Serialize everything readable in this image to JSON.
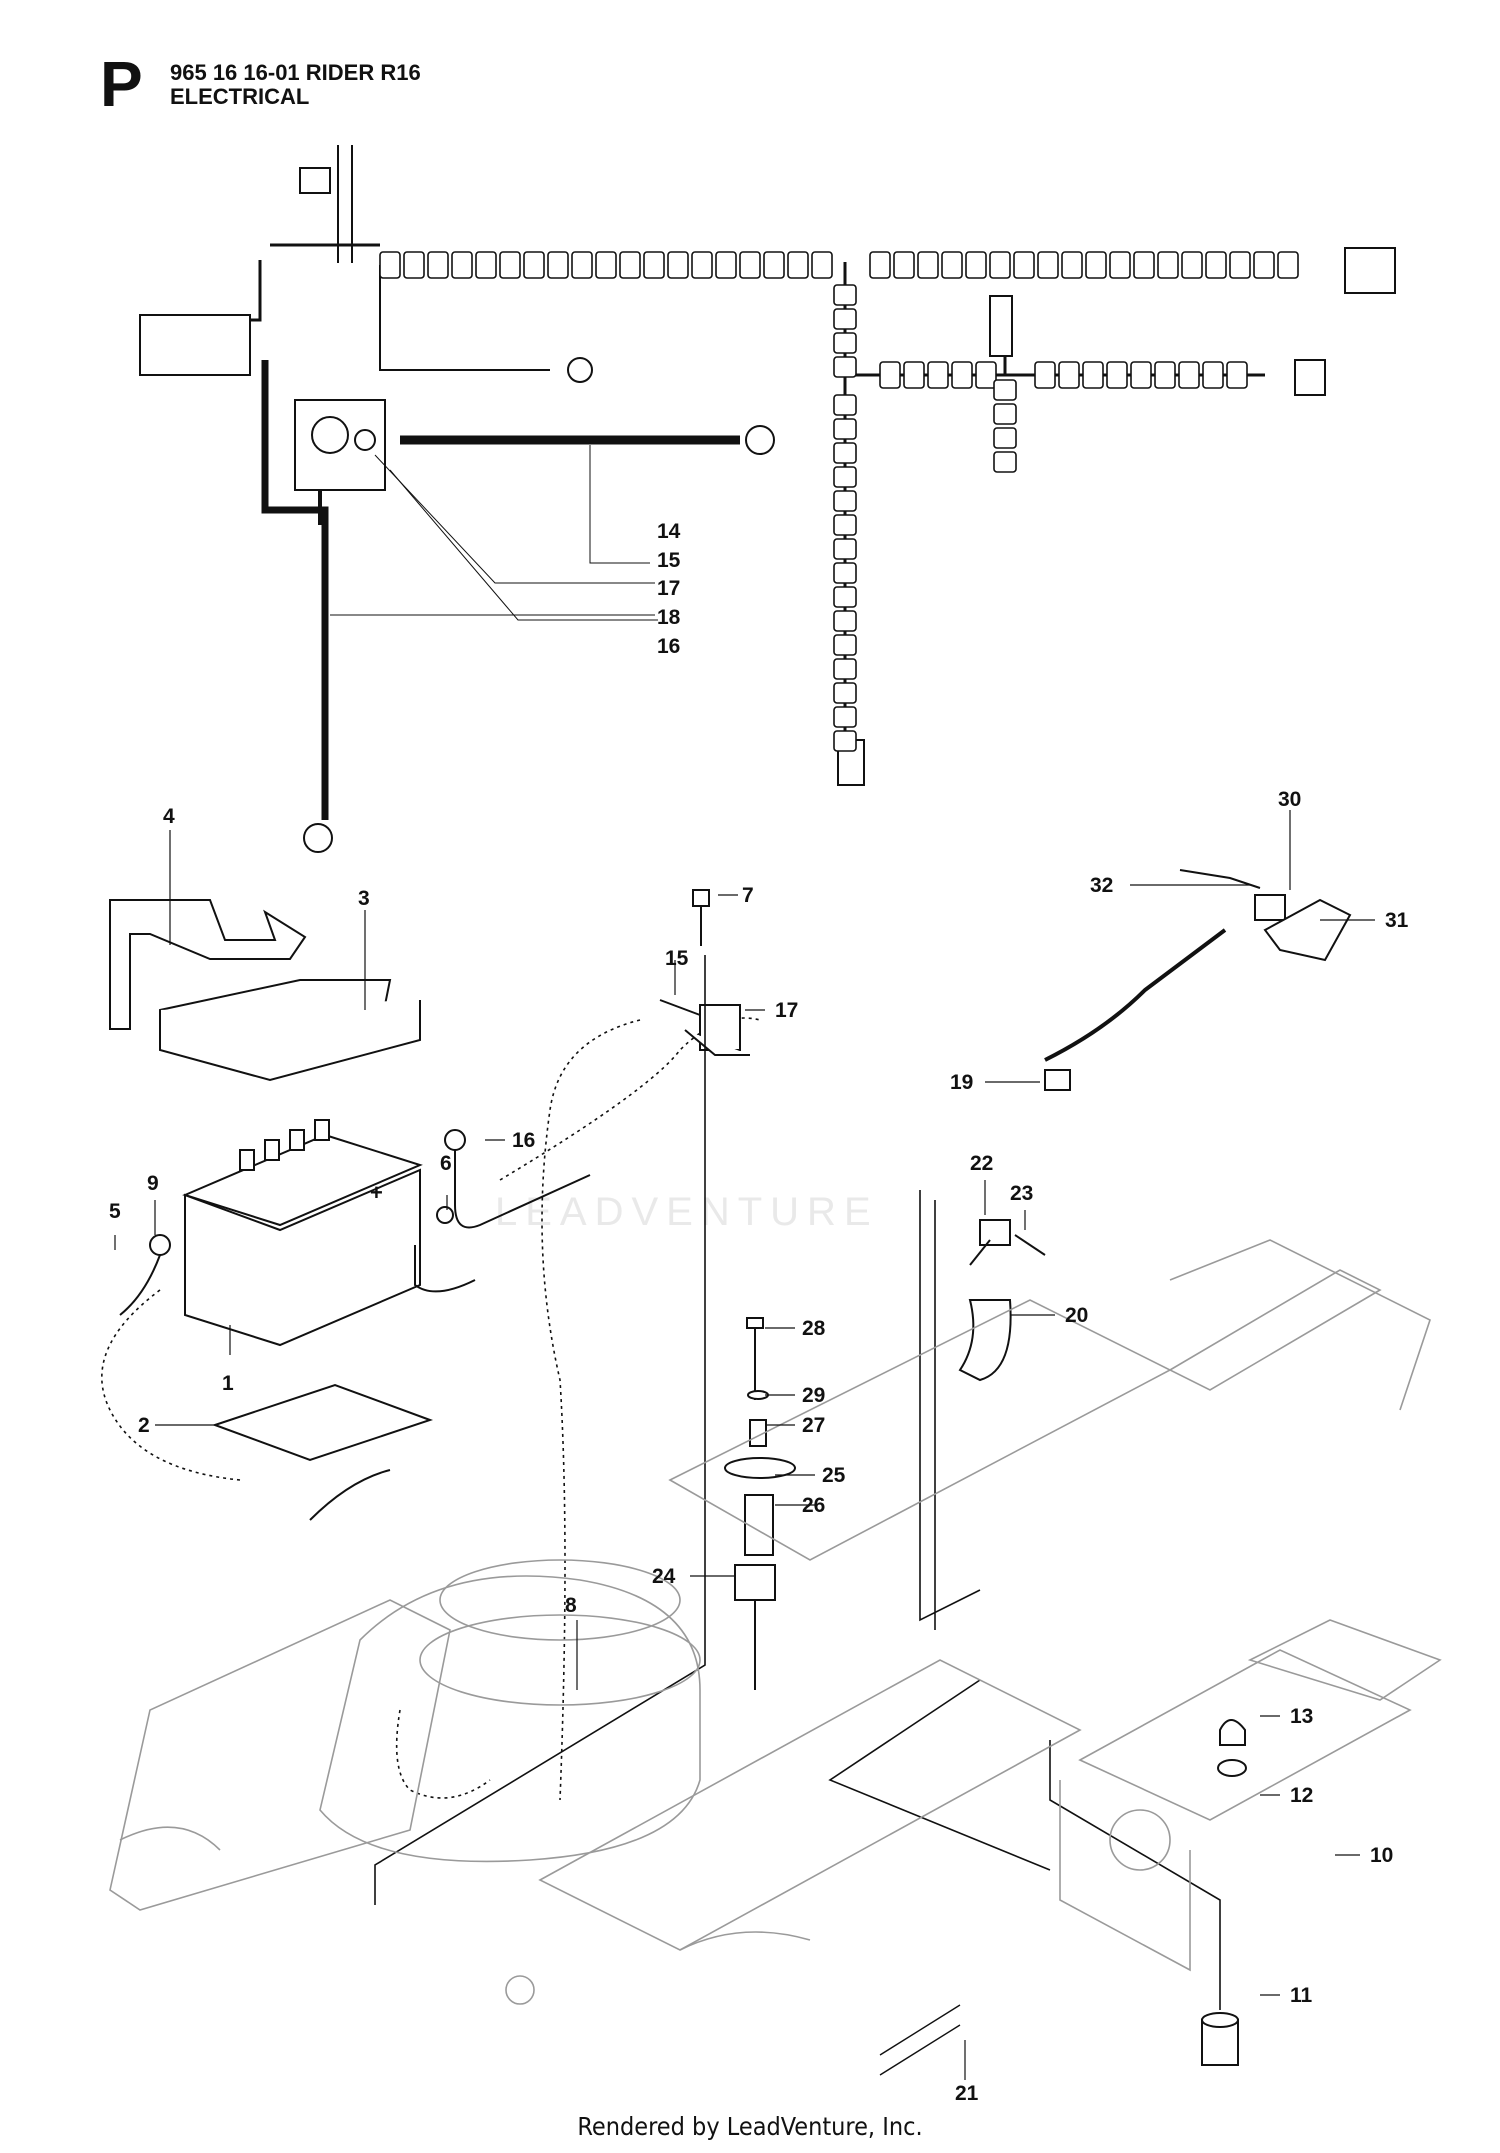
{
  "header": {
    "section_letter": "P",
    "model_line": "965 16 16-01 RIDER R16",
    "section_name": "ELECTRICAL"
  },
  "watermark": "LEADVENTURE",
  "footer": "Rendered by LeadVenture, Inc.",
  "callouts": [
    "14",
    "15",
    "17",
    "18",
    "16",
    "4",
    "3",
    "7",
    "15",
    "17",
    "16",
    "6",
    "9",
    "5",
    "1",
    "2",
    "30",
    "32",
    "31",
    "19",
    "22",
    "23",
    "20",
    "28",
    "29",
    "27",
    "25",
    "26",
    "24",
    "8",
    "13",
    "12",
    "10",
    "11",
    "21"
  ],
  "colors": {
    "line": "#111111",
    "ghost": "#9a9a9a",
    "watermark": "#e9e9e9"
  }
}
